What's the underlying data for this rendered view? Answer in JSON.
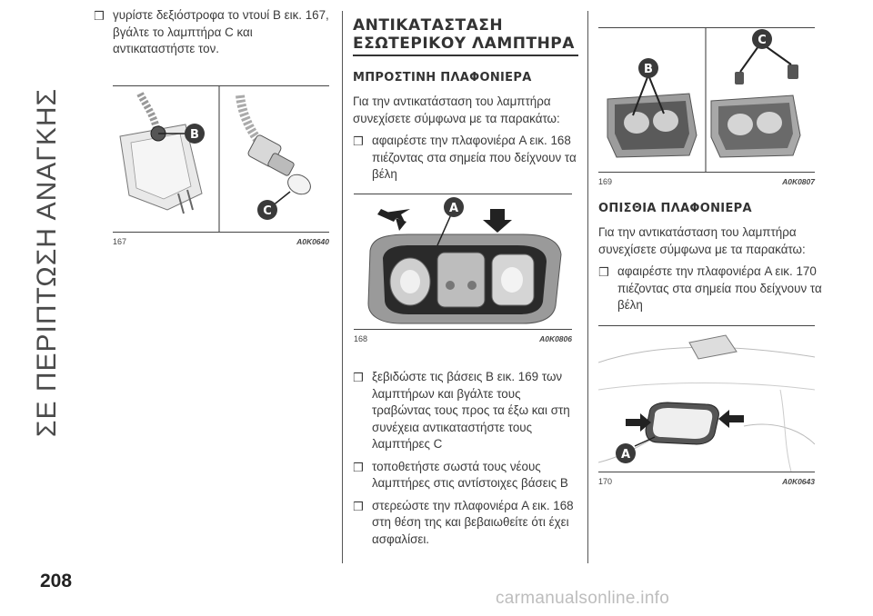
{
  "side_title": "ΣΕ ΠΕΡΙΠΤΩΣΗ ΑΝΑΓΚΗΣ",
  "page_number": "208",
  "bullet_glyph": "❒",
  "col1": {
    "bullets": [
      "γυρίστε δεξιόστροφα το ντουί B εικ. 167, βγάλτε το λαμπτήρα C και αντικαταστήστε τον."
    ],
    "figure": {
      "number": "167",
      "code": "A0K0640",
      "labels": [
        "B",
        "C"
      ]
    }
  },
  "col2": {
    "heading_line1": "ΑΝΤΙΚΑΤΑΣΤΑΣΗ",
    "heading_line2": "ΕΣΩΤΕΡΙΚΟΥ ΛΑΜΠΤΗΡΑ",
    "subheading": "ΜΠΡΟΣΤΙΝΗ ΠΛΑΦΟΝΙΕΡΑ",
    "intro": "Για την αντικατάσταση του λαμπτήρα συνεχίσετε σύμφωνα με τα παρακάτω:",
    "bullets_top": [
      "αφαιρέστε την πλαφονιέρα A εικ. 168 πιέζοντας στα σημεία που δείχνουν τα βέλη"
    ],
    "figure": {
      "number": "168",
      "code": "A0K0806",
      "labels": [
        "A"
      ]
    },
    "bullets_bottom": [
      "ξεβιδώστε τις βάσεις B εικ. 169 των λαμπτήρων και βγάλτε τους τραβώντας τους προς τα έξω και στη συνέχεια αντικαταστήστε τους λαμπτήρες C",
      "τοποθετήστε σωστά τους νέους λαμπτήρες στις αντίστοιχες βάσεις B",
      "στερεώστε την πλαφονιέρα A εικ. 168 στη θέση της και βεβαιωθείτε ότι έχει ασφαλίσει."
    ]
  },
  "col3": {
    "figure_top": {
      "number": "169",
      "code": "A0K0807",
      "labels": [
        "B",
        "C"
      ]
    },
    "subheading": "ΟΠΙΣΘΙΑ ΠΛΑΦΟΝΙΕΡΑ",
    "intro": "Για την αντικατάσταση του λαμπτήρα συνεχίσετε σύμφωνα με τα παρακάτω:",
    "bullets": [
      "αφαιρέστε την πλαφονιέρα A εικ. 170 πιέζοντας στα σημεία που δείχνουν τα βέλη"
    ],
    "figure_bottom": {
      "number": "170",
      "code": "A0K0643",
      "labels": [
        "A"
      ]
    }
  },
  "watermark": "carmanualsonline.info"
}
